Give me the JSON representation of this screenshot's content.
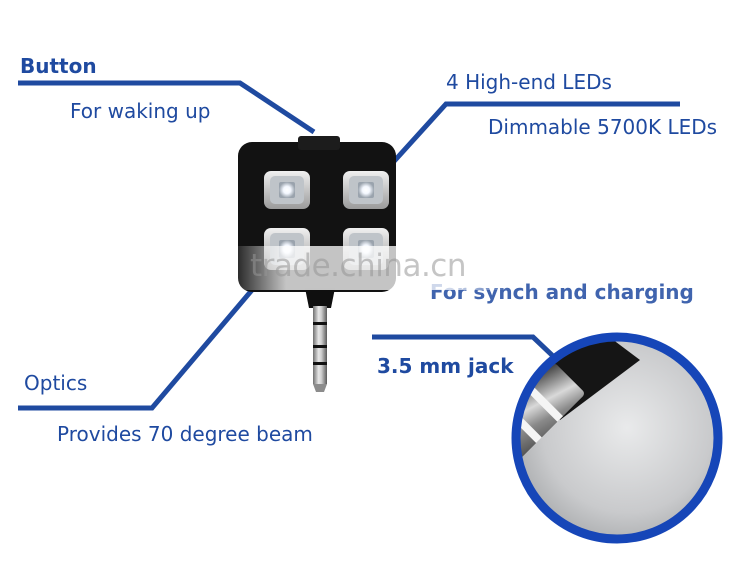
{
  "labels": {
    "button_title": "Button",
    "button_desc": "For waking up",
    "leds_title": "4 High-end LEDs",
    "leds_desc": "Dimmable 5700K LEDs",
    "partial_text": "For synch and charging",
    "jack_title": "3.5 mm jack",
    "optics_title": "Optics",
    "optics_desc": "Provides 70 degree beam"
  },
  "watermark": "trade.china.cn",
  "colors": {
    "accent": "#1f4aa0",
    "device_body": "#121212",
    "led_frame": "#d8d8d8",
    "circle_ring": "#1646b8"
  }
}
